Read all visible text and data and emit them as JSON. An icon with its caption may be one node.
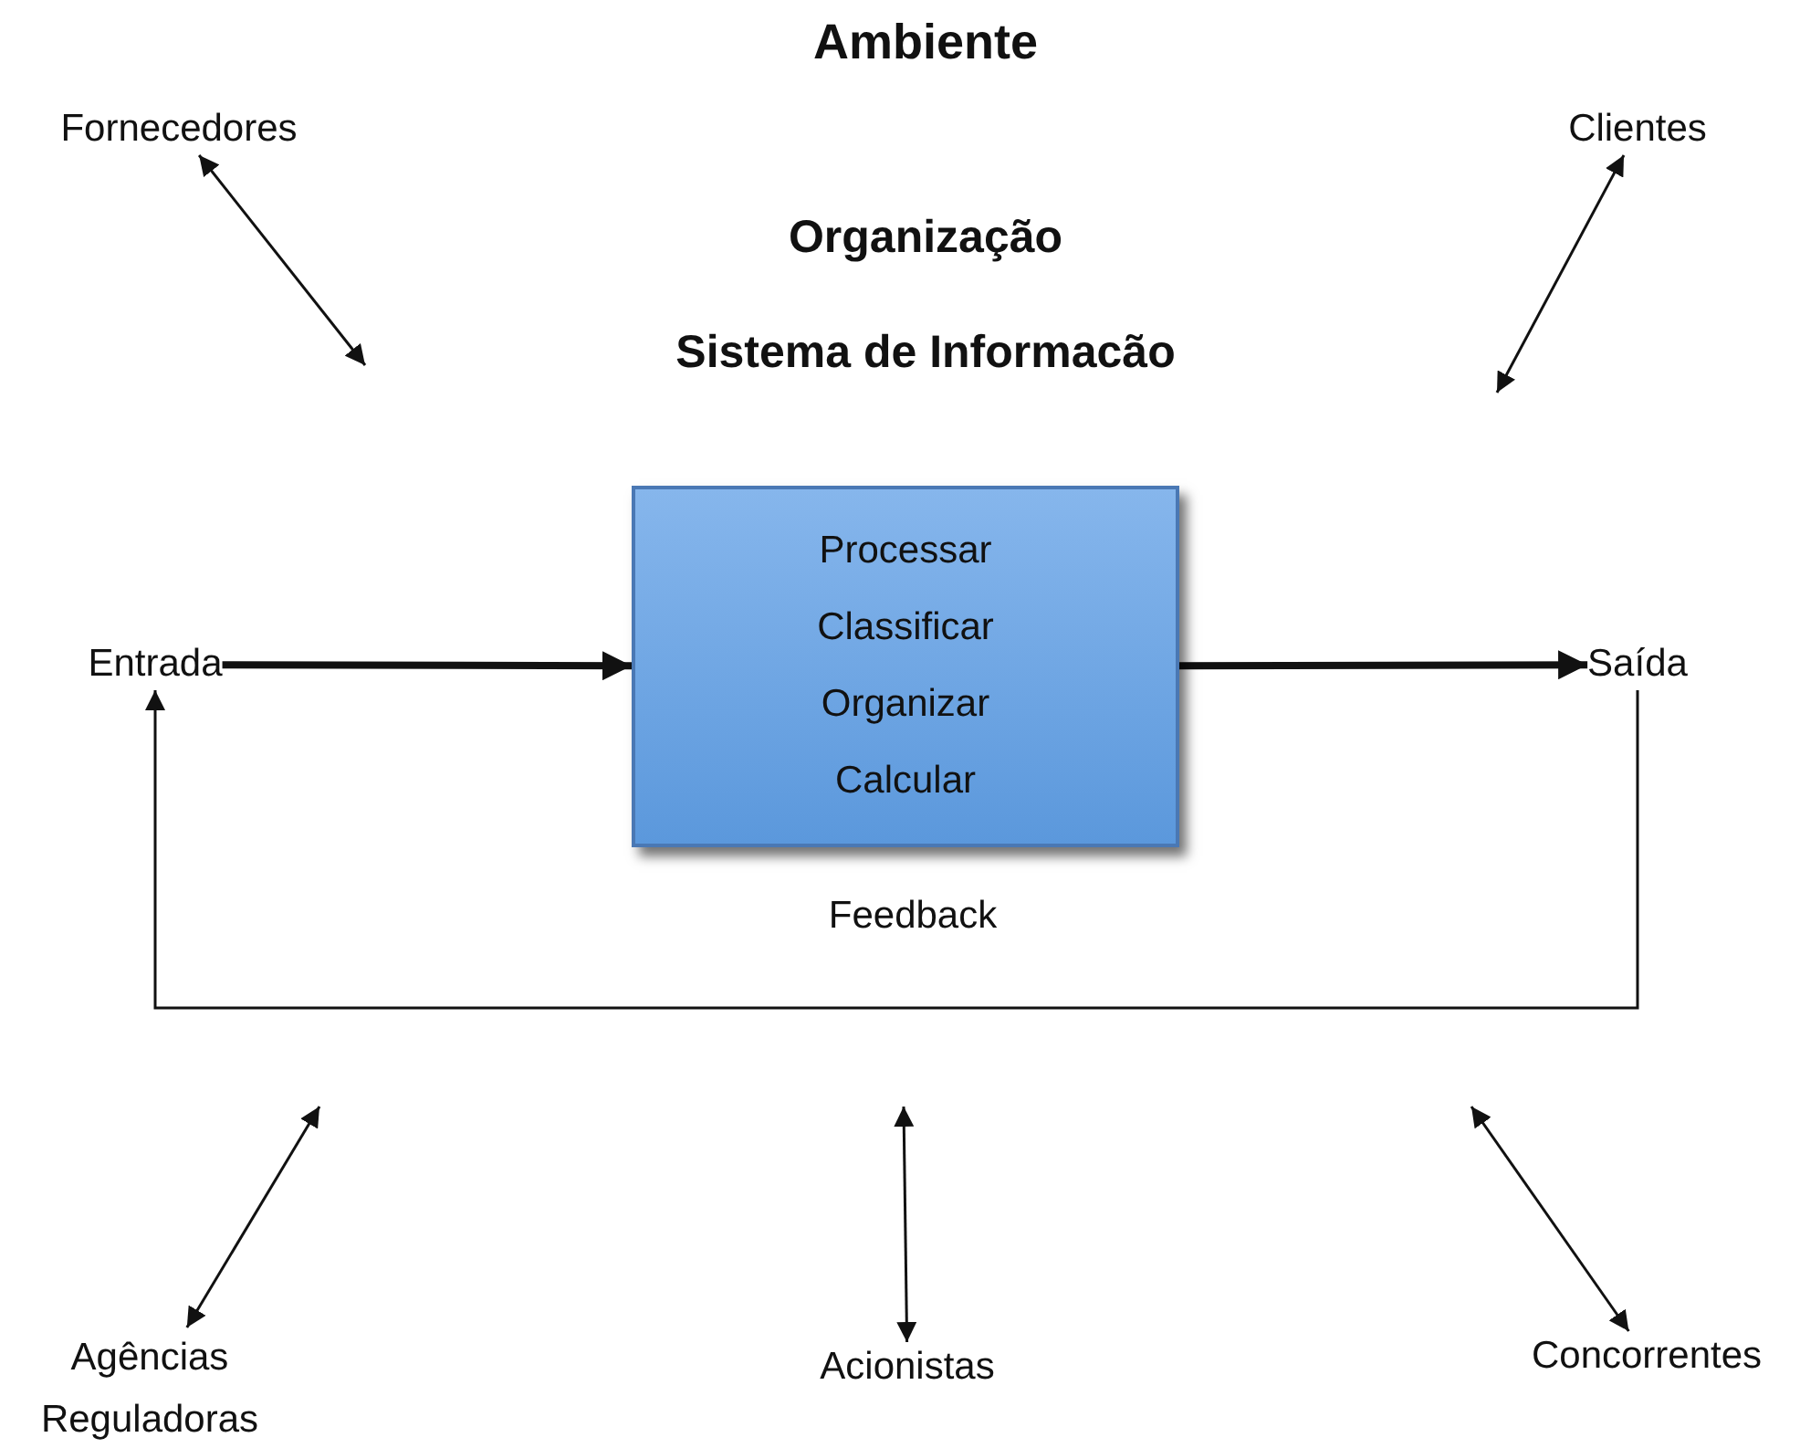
{
  "diagram": {
    "title": "Ambiente",
    "nodes": [
      {
        "text": [
          "Fornecedores"
        ]
      },
      {
        "text": [
          "Clientes"
        ]
      },
      {
        "text": [
          "Processar",
          "Classificar",
          "Organizar",
          "Calcular"
        ]
      },
      {
        "text": [
          "Entrada"
        ]
      },
      {
        "text": [
          "Saída"
        ]
      },
      {
        "text": [
          "Agências Reguladoras"
        ]
      },
      {
        "text": [
          "Acionistas"
        ]
      },
      {
        "text": [
          "Concorrentes"
        ]
      }
    ],
    "edges": [
      {
        "from": 0,
        "to": null,
        "arrow": "both"
      },
      {
        "from": 1,
        "to": null,
        "arrow": "both"
      },
      {
        "from": 3,
        "to": 2,
        "arrow": "to",
        "style": "thick"
      },
      {
        "from": 2,
        "to": 4,
        "arrow": "to",
        "style": "thick"
      },
      {
        "from": 4,
        "to": 3,
        "arrow": "to"
      },
      {
        "from": 5,
        "to": null,
        "arrow": "both"
      },
      {
        "from": 6,
        "to": null,
        "arrow": "both"
      },
      {
        "from": 7,
        "to": null,
        "arrow": "both"
      }
    ],
    "labels": [
      "Organização",
      "Sistema de Informacão",
      "Feedback"
    ]
  }
}
